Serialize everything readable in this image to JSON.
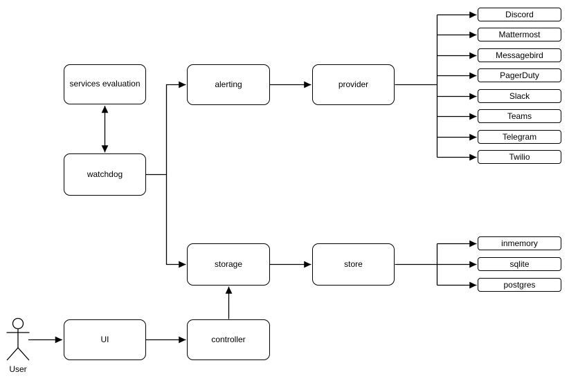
{
  "diagram": {
    "background_color": "#ffffff",
    "stroke_color": "#000000",
    "text_color": "#000000",
    "nodes": {
      "services_evaluation": "services evaluation",
      "watchdog": "watchdog",
      "alerting": "alerting",
      "provider": "provider",
      "storage": "storage",
      "store": "store",
      "ui": "UI",
      "controller": "controller"
    },
    "providers": [
      "Discord",
      "Mattermost",
      "Messagebird",
      "PagerDuty",
      "Slack",
      "Teams",
      "Telegram",
      "Twilio"
    ],
    "stores": [
      "inmemory",
      "sqlite",
      "postgres"
    ],
    "actor": {
      "label": "User"
    },
    "edges": [
      {
        "from": "services_evaluation",
        "to": "watchdog",
        "style": "double-arrow"
      },
      {
        "from": "watchdog",
        "to": "alerting",
        "style": "arrow"
      },
      {
        "from": "watchdog",
        "to": "storage",
        "style": "arrow"
      },
      {
        "from": "alerting",
        "to": "provider",
        "style": "arrow"
      },
      {
        "from": "provider",
        "to": "Discord,Mattermost,Messagebird,PagerDuty,Slack,Teams,Telegram,Twilio",
        "style": "fan-out-arrows"
      },
      {
        "from": "storage",
        "to": "store",
        "style": "arrow"
      },
      {
        "from": "store",
        "to": "inmemory,sqlite,postgres",
        "style": "fan-out-arrows"
      },
      {
        "from": "user",
        "to": "ui",
        "style": "arrow"
      },
      {
        "from": "ui",
        "to": "controller",
        "style": "arrow"
      },
      {
        "from": "controller",
        "to": "storage",
        "style": "arrow"
      }
    ]
  }
}
